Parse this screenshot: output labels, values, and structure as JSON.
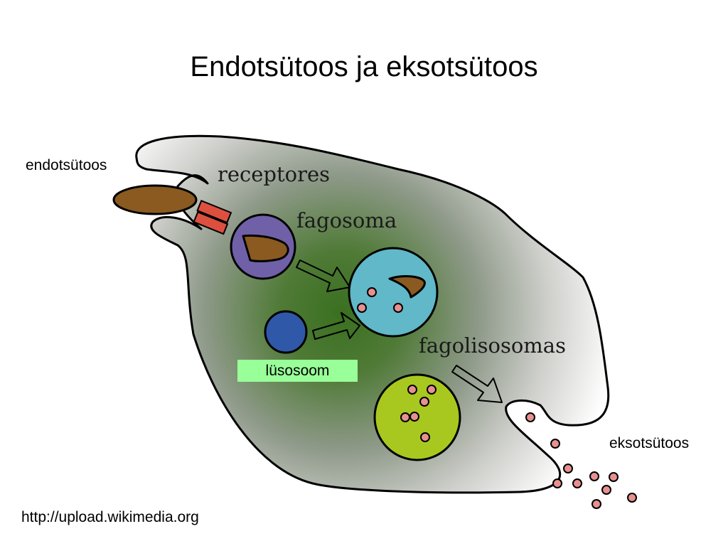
{
  "title": "Endotsütoos ja eksotsütoos",
  "labels": {
    "endocytosis": "endotsütoos",
    "receptors": "receptores",
    "phagosome": "fagosoma",
    "phagolysosomes": "fagolisosomas",
    "lysosome": "lüsosoom",
    "exocytosis": "eksotsütoos"
  },
  "source_url": "http://upload.wikimedia.org",
  "colors": {
    "cytoplasm_center": "#3a7020",
    "cytoplasm_edge": "#ffffff",
    "particle": "#8b5a20",
    "receptor": "#dd5040",
    "phagosome": "#7060a8",
    "phagolysosome": "#60b8c8",
    "lysosome": "#3058a8",
    "residual_body": "#a8c820",
    "vesicle": "#e89090",
    "lysosome_label_bg": "#99ff99"
  }
}
